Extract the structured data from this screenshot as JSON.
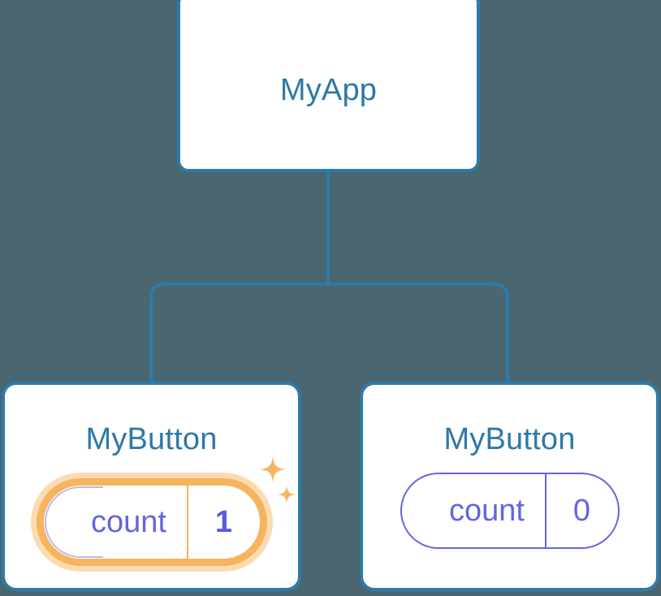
{
  "diagram": {
    "type": "component-tree",
    "background_color": "#4a6670",
    "node_border_color": "#2f7aa8",
    "node_title_color": "#2d79a6",
    "state_color": "#6366dd",
    "highlight_color": "#f6b45f",
    "highlight_glow_color": "#fbdcb2"
  },
  "root": {
    "title": "MyApp"
  },
  "children": [
    {
      "title": "MyButton",
      "state": {
        "label": "count",
        "value": "1"
      },
      "highlighted": true,
      "sparkle": "sparkle-icon"
    },
    {
      "title": "MyButton",
      "state": {
        "label": "count",
        "value": "0"
      },
      "highlighted": false
    }
  ]
}
